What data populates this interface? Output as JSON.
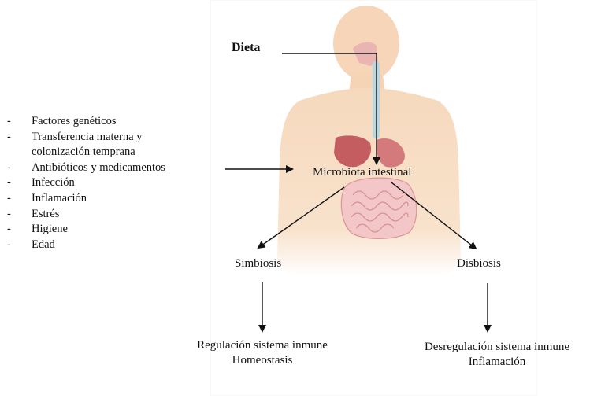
{
  "diagram": {
    "input_label": "Dieta",
    "center_label": "Microbiota intestinal",
    "factors": [
      "Factores genéticos",
      "Transferencia materna y",
      "colonización temprana",
      "Antibióticos y medicamentos",
      "Infección",
      "Inflamación",
      "Estrés",
      "Higiene",
      "Edad"
    ],
    "left_branch": {
      "state": "Simbiosis",
      "outcome_line1": "Regulación sistema inmune",
      "outcome_line2": "Homeostasis"
    },
    "right_branch": {
      "state": "Disbiosis",
      "outcome_line1": "Desregulación sistema inmune",
      "outcome_line2": "Inflamación"
    }
  }
}
